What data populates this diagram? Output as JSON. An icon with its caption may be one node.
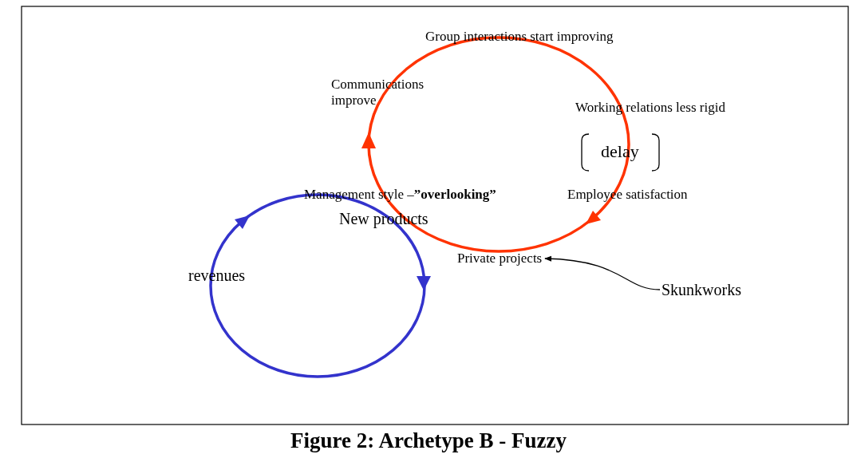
{
  "diagram": {
    "caption": "Figure 2: Archetype B - Fuzzy",
    "nodes": [
      {
        "text": [
          "Private projects"
        ]
      },
      {
        "text": [
          "Skunkworks"
        ]
      }
    ],
    "edges": [
      {
        "from": 1,
        "to": 0,
        "arrow": "to"
      }
    ],
    "labels": [
      "Group interactions start improving",
      "Communications improve",
      "Working relations less rigid",
      "delay",
      "Management style –**”overlooking”**",
      "Employee satisfaction",
      "New products",
      "revenues"
    ]
  }
}
